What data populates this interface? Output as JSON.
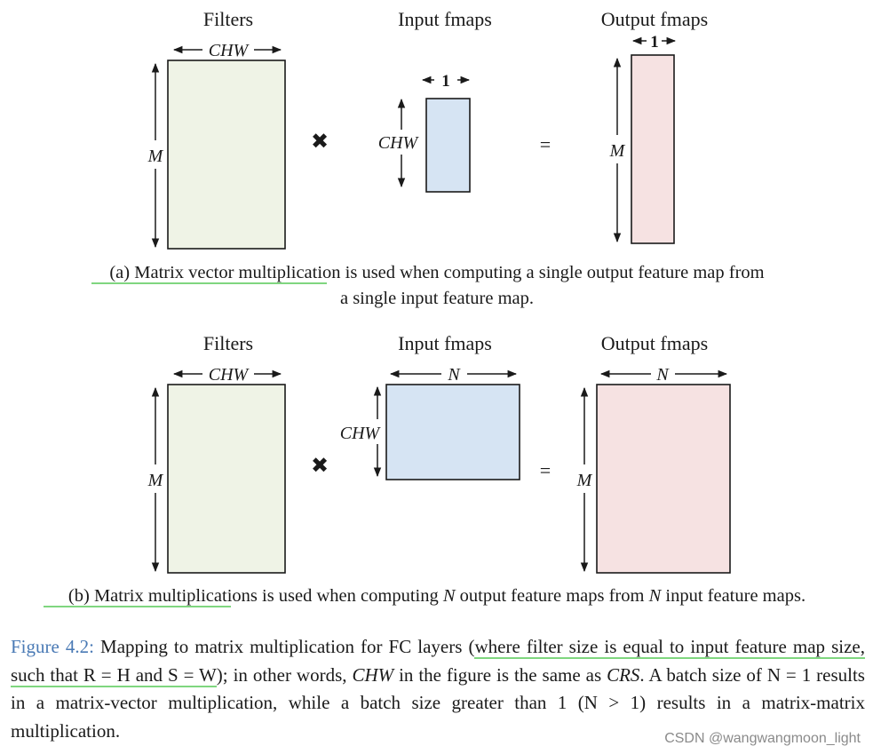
{
  "panel_a": {
    "filters_title": "Filters",
    "input_title": "Input fmaps",
    "output_title": "Output fmaps",
    "filters_width": "CHW",
    "filters_height": "M",
    "input_width": "1",
    "input_height": "CHW",
    "output_width": "1",
    "output_height": "M",
    "times": "✖",
    "equals": "=",
    "caption_prefix": "(a) ",
    "caption_highlight": "Matrix vector multiplication",
    "caption_rest": " is used when computing a single output feature map from",
    "caption_line2": "a single input feature map."
  },
  "panel_b": {
    "filters_title": "Filters",
    "input_title": "Input fmaps",
    "output_title": "Output fmaps",
    "filters_width": "CHW",
    "filters_height": "M",
    "input_width": "N",
    "input_height": "CHW",
    "output_width": "N",
    "output_height": "M",
    "times": "✖",
    "equals": "=",
    "caption_prefix": "(b) ",
    "caption_highlight": "Matrix multiplications",
    "caption_rest1": " is used when computing ",
    "caption_n1": "N",
    "caption_rest2": " output feature maps from ",
    "caption_n2": "N",
    "caption_rest3": " input feature maps."
  },
  "figure_caption": {
    "label": "Figure 4.2:",
    "t1": " Mapping to matrix multiplication for FC layers (",
    "hl1": "where filter size is equal to input feature map size, such that R = H and S = W",
    "t2": "); in other words, ",
    "chw": "CHW",
    "t3": " in the figure is the same as ",
    "crs": "CRS",
    "t4": ". A batch size of N = 1 results in a matrix-vector multiplication, while a batch size greater than 1 (N > 1) results in a matrix-matrix multiplication."
  },
  "watermark": "CSDN @wangwangmoon_light",
  "colors": {
    "filters_fill": "#eff3e6",
    "input_fill": "#d6e4f3",
    "output_fill": "#f6e2e2",
    "highlight_underline": "#7fd67f",
    "figure_label": "#4a7ab5"
  }
}
